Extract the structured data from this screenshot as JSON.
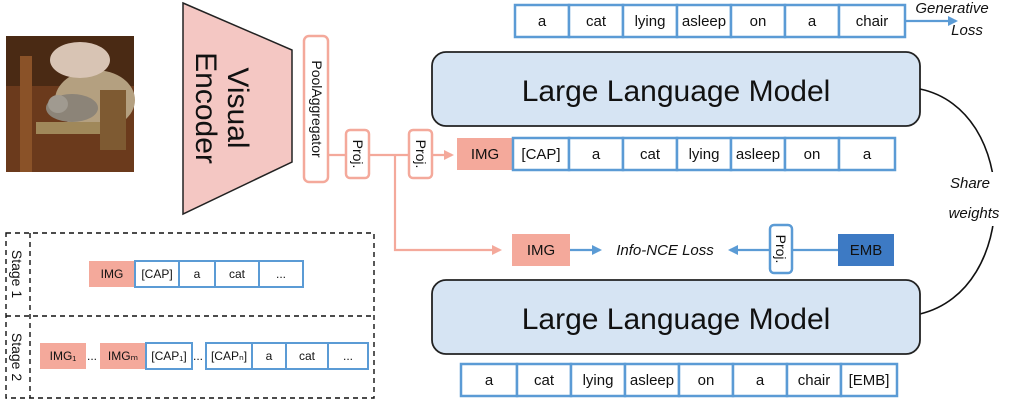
{
  "colors": {
    "token_border": "#5b9bd5",
    "img_fill": "#f4a99b",
    "salmon_line": "#f4a99b",
    "llm_fill": "#d6e4f3",
    "emb_fill": "#3d7ac4",
    "arrow_blue": "#5b9bd5",
    "encoder_fill": "#f4c7c3"
  },
  "input_image": {
    "description_icon": "cat-photo-icon"
  },
  "encoder": {
    "label": "Visual Encoder",
    "line1": "Visual",
    "line2": "Encoder"
  },
  "pool_aggregator": {
    "label": "PoolAggregator"
  },
  "proj_labels": {
    "proj_1": "Proj.",
    "proj_2": "Proj.",
    "proj_3": "Proj."
  },
  "generative": {
    "output_tokens": [
      "a",
      "cat",
      "lying",
      "asleep",
      "on",
      "a",
      "chair"
    ],
    "loss_label_1": "Generative",
    "loss_label_2": "Loss"
  },
  "llm_top": {
    "label": "Large Language Model"
  },
  "llm_bottom": {
    "label": "Large Language Model"
  },
  "input_top": {
    "img_token": "IMG",
    "tokens": [
      "[CAP]",
      "a",
      "cat",
      "lying",
      "asleep",
      "on",
      "a"
    ]
  },
  "share": {
    "line1": "Share",
    "line2": "weights"
  },
  "contrastive": {
    "img_token": "IMG",
    "loss_label": "Info-NCE Loss",
    "emb_token": "EMB"
  },
  "input_bottom": {
    "tokens": [
      "a",
      "cat",
      "lying",
      "asleep",
      "on",
      "a",
      "chair",
      "[EMB]"
    ]
  },
  "stages": {
    "stage1": {
      "label": "Stage 1",
      "img_token": "IMG",
      "tokens": [
        "[CAP]",
        "a",
        "cat",
        "..."
      ]
    },
    "stage2": {
      "label": "Stage 2",
      "img_first": "IMG₁",
      "dots1": "...",
      "img_last": "IMGₘ",
      "cap_first": "[CAP₁]",
      "dots2": "...",
      "cap_last": "[CAPₙ]",
      "tokens": [
        "a",
        "cat",
        "..."
      ]
    }
  }
}
